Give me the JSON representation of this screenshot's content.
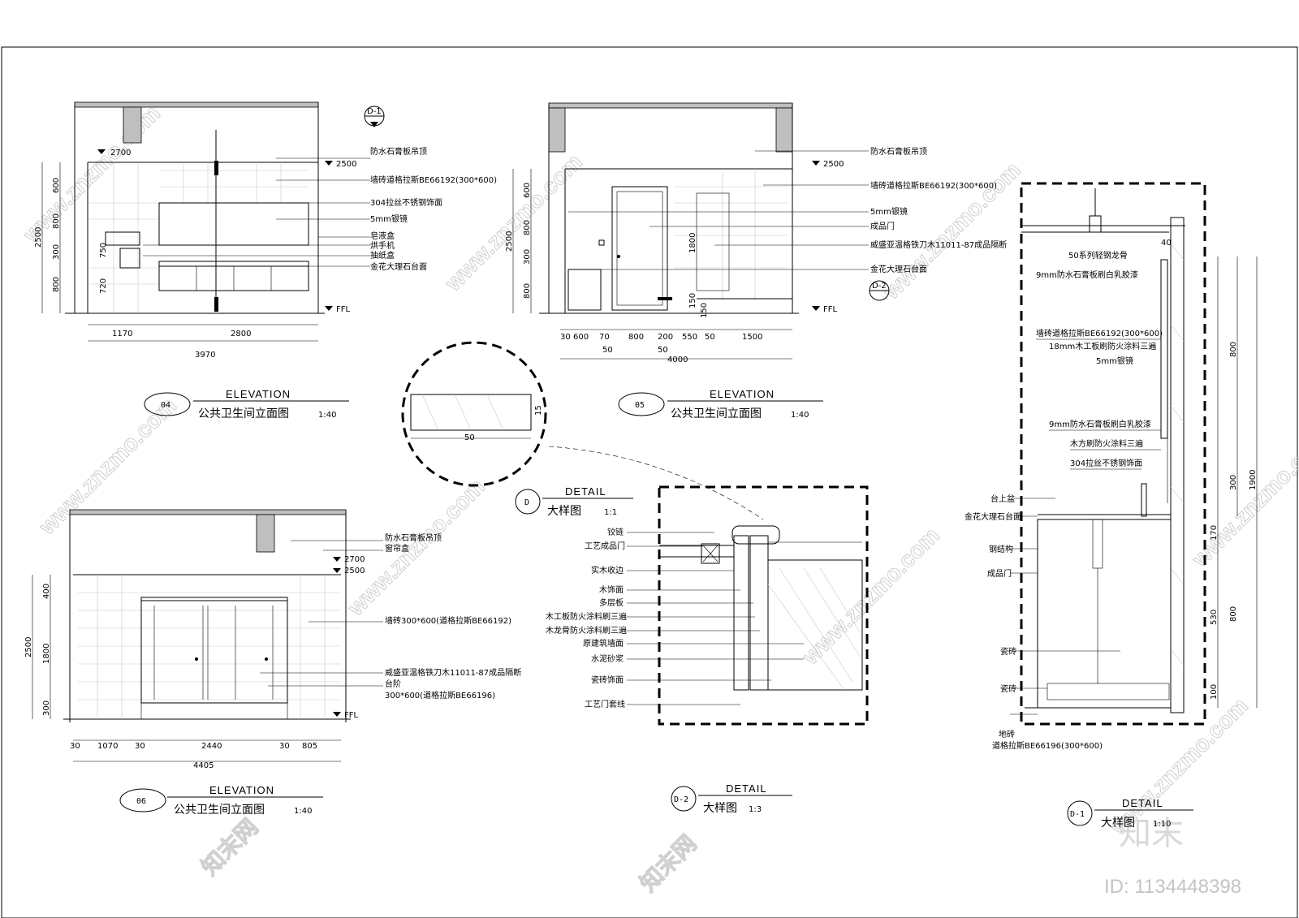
{
  "elevation04": {
    "number": "04",
    "title_en": "ELEVATION",
    "title_cn": "公共卫生间立面图",
    "scale": "1:40",
    "levels": [
      "2700",
      "2500",
      "FFL"
    ],
    "vdims": [
      "600",
      "800",
      "300",
      "800",
      "2500",
      "750",
      "720"
    ],
    "hdims": [
      "1170",
      "2800",
      "3970"
    ],
    "labels": [
      "防水石膏板吊顶",
      "墙砖道格拉斯BE66192(300*600)",
      "304拉丝不锈钢饰面",
      "5mm银镜",
      "皂液盒",
      "烘手机",
      "抽纸盒",
      "金花大理石台面"
    ],
    "callout": "D-1"
  },
  "elevation05": {
    "number": "05",
    "title_en": "ELEVATION",
    "title_cn": "公共卫生间立面图",
    "scale": "1:40",
    "levels": [
      "2500",
      "FFL"
    ],
    "vdims": [
      "600",
      "800",
      "300",
      "800",
      "2500",
      "1800",
      "150",
      "150"
    ],
    "hdims": [
      "30",
      "600",
      "70",
      "800",
      "200",
      "550",
      "50",
      "1500",
      "50",
      "50",
      "4000"
    ],
    "labels": [
      "防水石膏板吊顶",
      "墙砖道格拉斯BE66192(300*600)",
      "5mm银镜",
      "成品门",
      "威盛亚温格铁刀木11011-87成品隔断",
      "金花大理石台面"
    ],
    "callout": "D-2"
  },
  "elevation06": {
    "number": "06",
    "title_en": "ELEVATION",
    "title_cn": "公共卫生间立面图",
    "scale": "1:40",
    "levels": [
      "2700",
      "2500",
      "FFL"
    ],
    "vdims": [
      "400",
      "1800",
      "300",
      "2500"
    ],
    "hdims": [
      "30",
      "1070",
      "30",
      "2440",
      "30",
      "805",
      "4405"
    ],
    "labels": [
      "防水石膏板吊顶",
      "窗帘盒",
      "墙砖300*600(道格拉斯BE66192)",
      "威盛亚温格铁刀木11011-87成品隔断",
      "台阶",
      "300*600(道格拉斯BE66196)"
    ]
  },
  "detailD": {
    "number": "D",
    "title_en": "DETAIL",
    "title_cn": "大样图",
    "scale": "1:1",
    "dims": [
      "50",
      "15"
    ]
  },
  "detailD2": {
    "number": "D-2",
    "title_en": "DETAIL",
    "title_cn": "大样图",
    "scale": "1:3",
    "labels": [
      "铰链",
      "工艺成品门",
      "实木收边",
      "木饰面",
      "多层板",
      "木工板防火涂料刷三遍",
      "木龙骨防火涂料刷三遍",
      "原建筑墙面",
      "水泥砂浆",
      "瓷砖饰面",
      "工艺门套线"
    ]
  },
  "detailD1": {
    "number": "D-1",
    "title_en": "DETAIL",
    "title_cn": "大样图",
    "scale": "1:10",
    "labels": [
      "50系列轻钢龙骨",
      "9mm防水石膏板刷白乳胶漆",
      "墙砖道格拉斯BE66192(300*600)",
      "18mm木工板刷防火涂料三遍",
      "5mm银镜",
      "9mm防水石膏板刷白乳胶漆",
      "木方刷防火涂料三遍",
      "304拉丝不锈钢饰面",
      "台上盆",
      "金花大理石台面",
      "钢结构",
      "成品门",
      "瓷砖",
      "瓷砖",
      "地砖",
      "道格拉斯BE66196(300*600)"
    ],
    "dims": [
      "40",
      "800",
      "300",
      "1900",
      "170",
      "530",
      "800",
      "100"
    ]
  },
  "watermark": {
    "site": "www.znzmo.com",
    "brand": "知末网",
    "logo": "知末",
    "id": "ID: 1134448398"
  }
}
